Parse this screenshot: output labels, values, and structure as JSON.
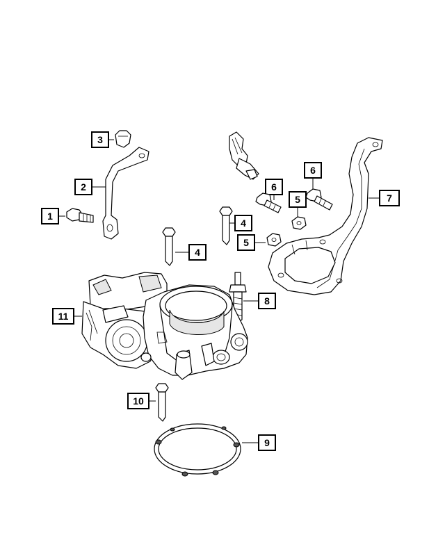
{
  "callouts": {
    "c1": "1",
    "c2": "2",
    "c3": "3",
    "c4a": "4",
    "c4b": "4",
    "c5a": "5",
    "c5b": "5",
    "c6a": "6",
    "c6b": "6",
    "c7": "7",
    "c8": "8",
    "c9": "9",
    "c10": "10",
    "c11": "11"
  }
}
